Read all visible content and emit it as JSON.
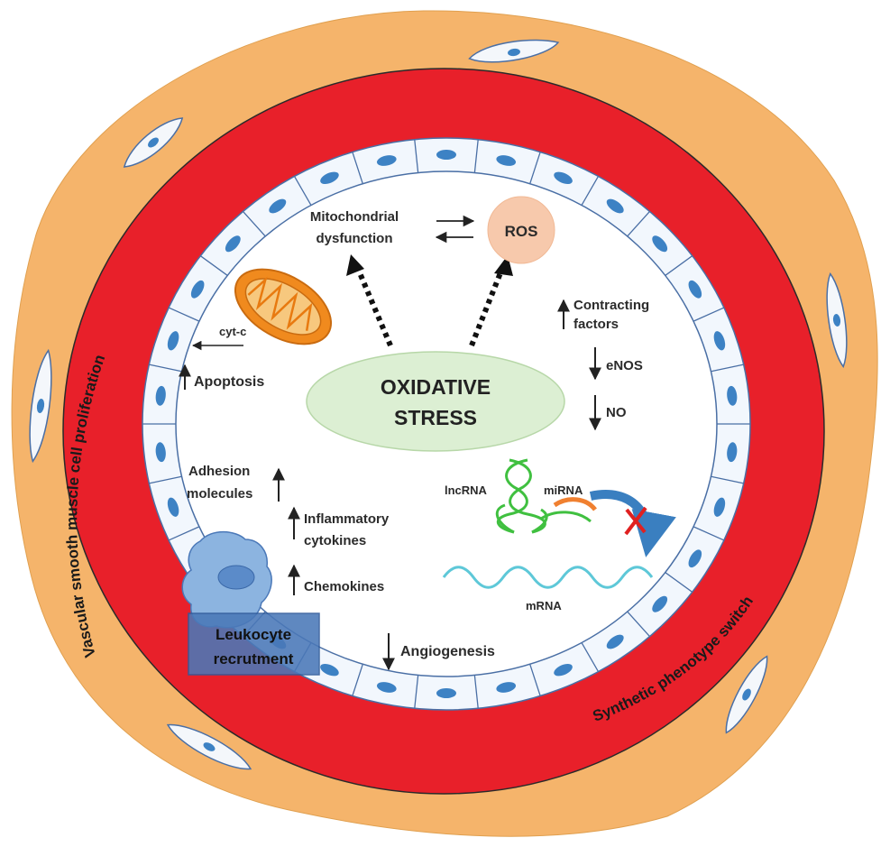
{
  "colors": {
    "adventitia": "#f5b46b",
    "media": "#e8202a",
    "endothelium_cell": "#f2f7fd",
    "nucleus": "#3d82c4",
    "lumen": "#ffffff",
    "oxidative_ellipse": "#dcefd3",
    "ros_circle": "#f7c9ac",
    "mitochondrion": "#f08a1e",
    "leukocyte": "#8cb4e0",
    "leukocyte_box": "#4a78b8",
    "mrna": "#5ec8d8",
    "lncrna": "#40c040",
    "mirna": "#f08030",
    "blocked_arrow": "#3a7fc0",
    "block_x": "#e02020"
  },
  "labels": {
    "oxidative_stress_line1": "OXIDATIVE",
    "oxidative_stress_line2": "STRESS",
    "mito_dys_line1": "Mitochondrial",
    "mito_dys_line2": "dysfunction",
    "ros": "ROS",
    "cyt_c": "cyt-c",
    "apoptosis": "Apoptosis",
    "contracting_line1": "Contracting",
    "contracting_line2": "factors",
    "enos": "eNOS",
    "no": "NO",
    "adhesion_line1": "Adhesion",
    "adhesion_line2": "molecules",
    "inflammatory_line1": "Inflammatory",
    "inflammatory_line2": "cytokines",
    "chemokines": "Chemokines",
    "leukocyte_line1": "Leukocyte",
    "leukocyte_line2": "recrutment",
    "lncrna": "lncRNA",
    "mirna": "miRNA",
    "mrna": "mRNA",
    "angiogenesis": "Angiogenesis",
    "vsmc_proliferation": "Vascular smooth muscle cell proliferation",
    "synthetic_switch": "Synthetic phenotype switch"
  }
}
